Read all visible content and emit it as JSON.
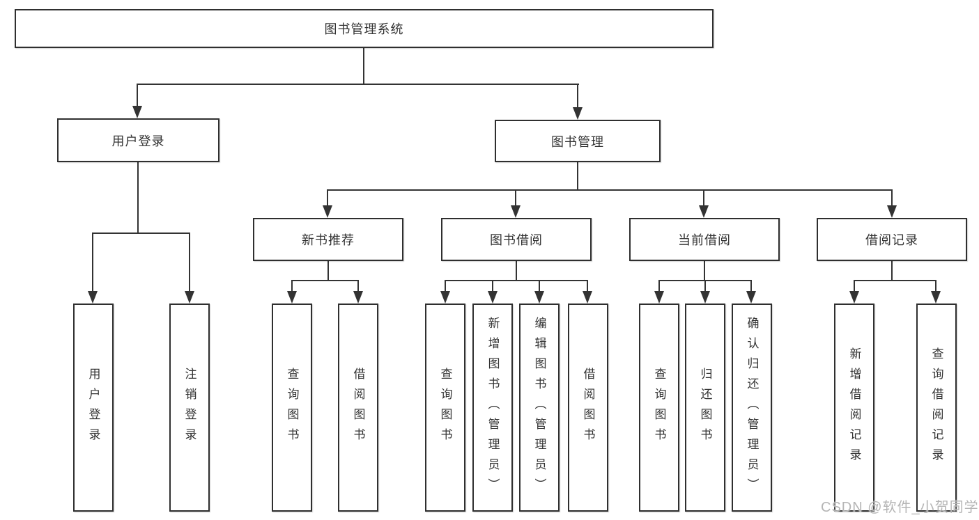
{
  "tree": {
    "root": {
      "label": "图书管理系统"
    },
    "level2": [
      {
        "label": "用户登录"
      },
      {
        "label": "图书管理"
      }
    ],
    "level3": [
      {
        "label": "新书推荐"
      },
      {
        "label": "图书借阅"
      },
      {
        "label": "当前借阅"
      },
      {
        "label": "借阅记录"
      }
    ],
    "leaves": [
      {
        "label": "用户登录"
      },
      {
        "label": "注销登录"
      },
      {
        "label": "查询图书"
      },
      {
        "label": "借阅图书"
      },
      {
        "label": "查询图书"
      },
      {
        "label": "新增图书（管理员）"
      },
      {
        "label": "编辑图书（管理员）"
      },
      {
        "label": "借阅图书"
      },
      {
        "label": "查询图书"
      },
      {
        "label": "归还图书"
      },
      {
        "label": "确认归还（管理员）"
      },
      {
        "label": "新增借阅记录"
      },
      {
        "label": "查询借阅记录"
      }
    ]
  },
  "watermark": {
    "text": "CSDN @软件_小贺同学"
  },
  "colors": {
    "line": "#333333",
    "border": "#2f2f2f",
    "text": "#333333",
    "background": "#ffffff",
    "watermark": "#b5b5b5"
  }
}
